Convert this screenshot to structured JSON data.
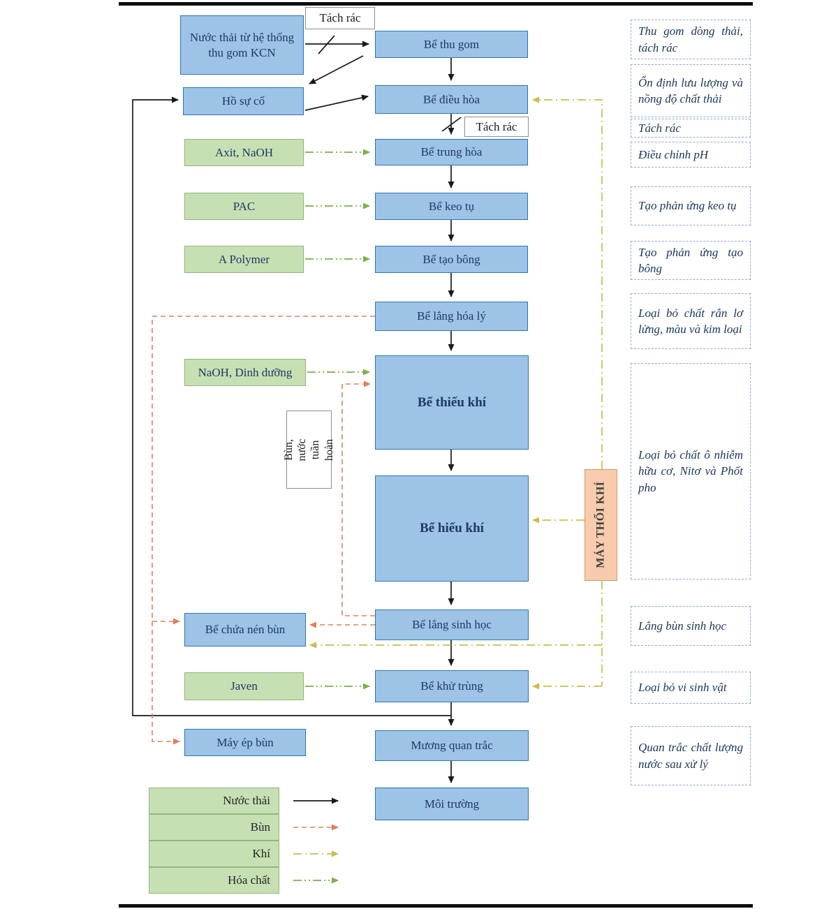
{
  "colors": {
    "blue-fill": "#9DC3E6",
    "blue-border": "#2E75B6",
    "green-fill": "#C6E0B4",
    "green-border": "#94B47C",
    "orange-fill": "#F7CBAC",
    "orange-border": "#D09B66",
    "note-border": "#8EAADB",
    "note-text": "#17365D",
    "box-text": "#1F3864",
    "flow-water": "#1A1A1A",
    "flow-sludge": "#E0805A",
    "flow-air": "#C9BE4B",
    "flow-chem": "#7CAF4C"
  },
  "labels": {
    "tach_rac_top": "Tách rác",
    "tach_rac_mid": "Tách rác",
    "bun_nuoc_tuan_hoan": "Bùn, nước tuần hoàn"
  },
  "process": {
    "source": "Nước thải từ hệ thống thu gom KCN",
    "ho_su_co": "Hồ sự cố",
    "be_thu_gom": "Bể thu gom",
    "be_dieu_hoa": "Bể điều hòa",
    "be_trung_hoa": "Bể trung hòa",
    "be_keo_tu": "Bể keo tụ",
    "be_tao_bong": "Bể tạo bông",
    "be_lang_hoa_ly": "Bể lắng hóa lý",
    "be_thieu_khi": "Bể thiếu khí",
    "be_hieu_khi": "Bể hiếu khí",
    "be_lang_sinh_hoc": "Bể lắng sinh học",
    "be_khu_trung": "Bể khử trùng",
    "muong_quan_trac": "Mương quan trắc",
    "moi_truong": "Môi trường",
    "be_chua_nen_bun": "Bể chứa nén bùn",
    "may_ep_bun": "Máy ép bùn",
    "may_thoi_khi": "MÁY THỔI KHÍ"
  },
  "chemicals": {
    "axit_naoh": "Axit, NaOH",
    "pac": "PAC",
    "a_polymer": "A Polymer",
    "naoh_dinh_duong": "NaOH, Dinh dưỡng",
    "javen": "Javen"
  },
  "notes": [
    "Thu gom dòng thải, tách rác",
    "Ổn định lưu lượng và nồng độ chất thải",
    "Tách rác",
    "Điều chỉnh pH",
    "Tạo phản ứng keo tụ",
    "Tạo phản ứng tạo bông",
    "Loại bỏ chất rắn lơ lửng, màu và kim loại",
    "Loại bỏ chất ô nhiễm hữu cơ, Nitơ và Phốt pho",
    "Lắng bùn sinh học",
    "Loại bỏ vi sinh vật",
    "Quan trắc chất lượng nước sau xử lý"
  ],
  "legend": {
    "items": [
      {
        "label": "Nước thải",
        "flow": "water",
        "line": "solid"
      },
      {
        "label": "Bùn",
        "flow": "sludge",
        "line": "dashed"
      },
      {
        "label": "Khí",
        "flow": "air",
        "line": "dash-dot"
      },
      {
        "label": "Hóa chất",
        "flow": "chem",
        "line": "dash-dot-dot"
      }
    ]
  }
}
